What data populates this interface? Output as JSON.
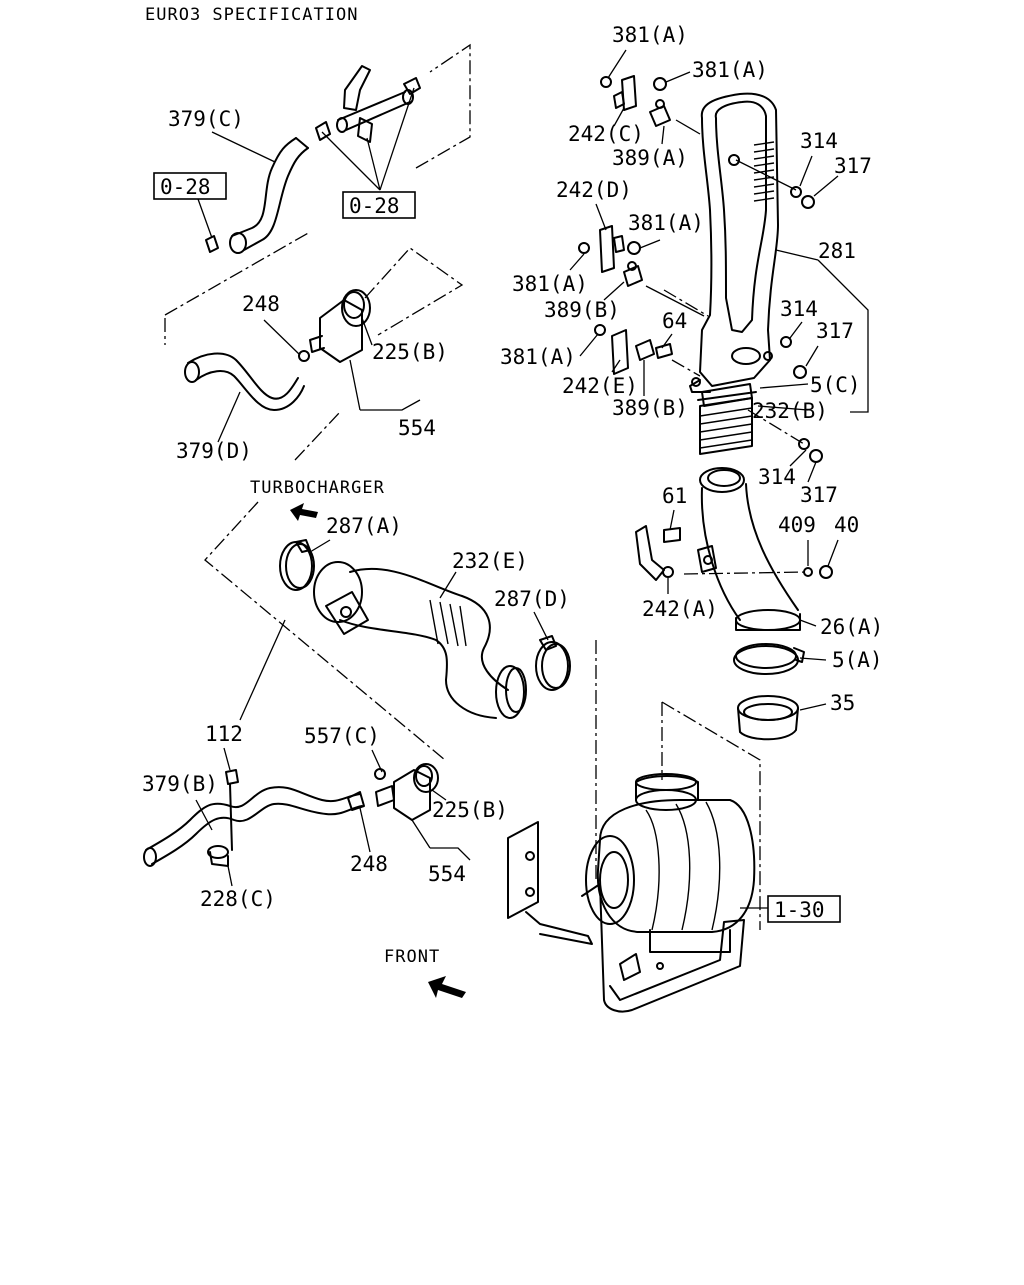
{
  "header": {
    "title": "EURO3 SPECIFICATION"
  },
  "reference_boxes": [
    "0-28",
    "0-28",
    "1-30"
  ],
  "text_labels": {
    "turbocharger": "TURBOCHARGER",
    "front": "FRONT"
  },
  "callouts": [
    "381(A)",
    "381(A)",
    "242(C)",
    "389(A)",
    "314",
    "317",
    "379(C)",
    "242(D)",
    "381(A)",
    "381(A)",
    "389(B)",
    "281",
    "248",
    "314",
    "317",
    "64",
    "225(B)",
    "381(A)",
    "242(E)",
    "5(C)",
    "389(B)",
    "232(B)",
    "554",
    "379(D)",
    "314",
    "317",
    "287(A)",
    "61",
    "409",
    "40",
    "232(E)",
    "287(D)",
    "242(A)",
    "26(A)",
    "5(A)",
    "35",
    "112",
    "557(C)",
    "379(B)",
    "225(B)",
    "248",
    "554",
    "228(C)"
  ]
}
